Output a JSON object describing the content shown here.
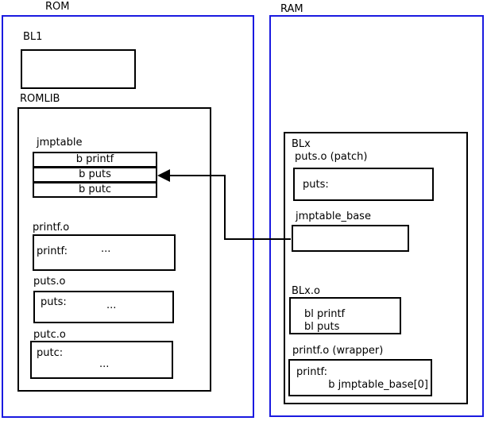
{
  "colors": {
    "frame_blue": "#1a1ae0",
    "line_black": "#000000"
  },
  "rom": {
    "title": "ROM",
    "bl1": {
      "label": "BL1"
    },
    "romlib": {
      "label": "ROMLIB",
      "jmptable": {
        "label": "jmptable",
        "rows": [
          "b printf",
          "b puts",
          "b putc"
        ]
      },
      "printf_o": {
        "label": "printf.o",
        "symbol": "printf:",
        "dots": "..."
      },
      "puts_o": {
        "label": "puts.o",
        "symbol": "puts:",
        "dots": "..."
      },
      "putc_o": {
        "label": "putc.o",
        "symbol": "putc:",
        "dots": "..."
      }
    }
  },
  "ram": {
    "title": "RAM",
    "blx": {
      "label": "BLx",
      "puts_patch": {
        "label": "puts.o (patch)",
        "symbol": "puts:"
      },
      "jmptable_base": {
        "label": "jmptable_base"
      },
      "blx_o": {
        "label": "BLx.o",
        "lines": [
          "bl printf",
          "bl puts"
        ]
      },
      "printf_wrapper": {
        "label": "printf.o (wrapper)",
        "symbol": "printf:",
        "branch": "b jmptable_base[0]"
      }
    }
  }
}
